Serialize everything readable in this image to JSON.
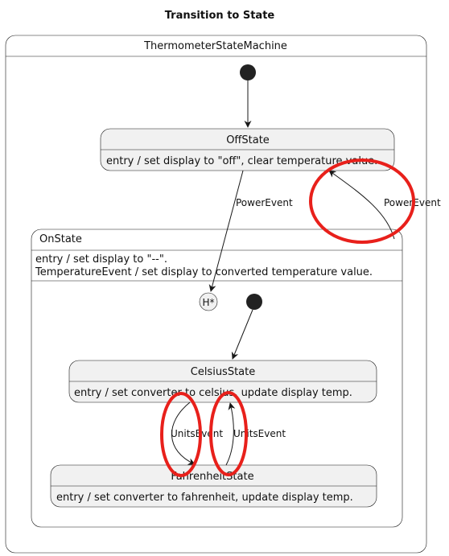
{
  "title": "Transition to State",
  "machine": {
    "name": "ThermometerStateMachine"
  },
  "states": {
    "off": {
      "name": "OffState",
      "entry": "entry / set display to \"off\", clear temperature value."
    },
    "on": {
      "name": "OnState",
      "line1": "entry  / set display to \"--\".",
      "line2": "TemperatureEvent / set display to converted temperature value."
    },
    "history": {
      "label": "H*"
    },
    "celsius": {
      "name": "CelsiusState",
      "entry": "entry / set converter to celsius, update display temp."
    },
    "fahrenheit": {
      "name": "FahrenheitState",
      "entry": "entry / set converter to fahrenheit, update display temp."
    }
  },
  "transitions": {
    "off_to_history": "PowerEvent",
    "on_to_off": "PowerEvent",
    "celsius_to_fahrenheit": "UnitsEvent",
    "fahrenheit_to_celsius": "UnitsEvent"
  },
  "highlight_color": "#e8201b"
}
